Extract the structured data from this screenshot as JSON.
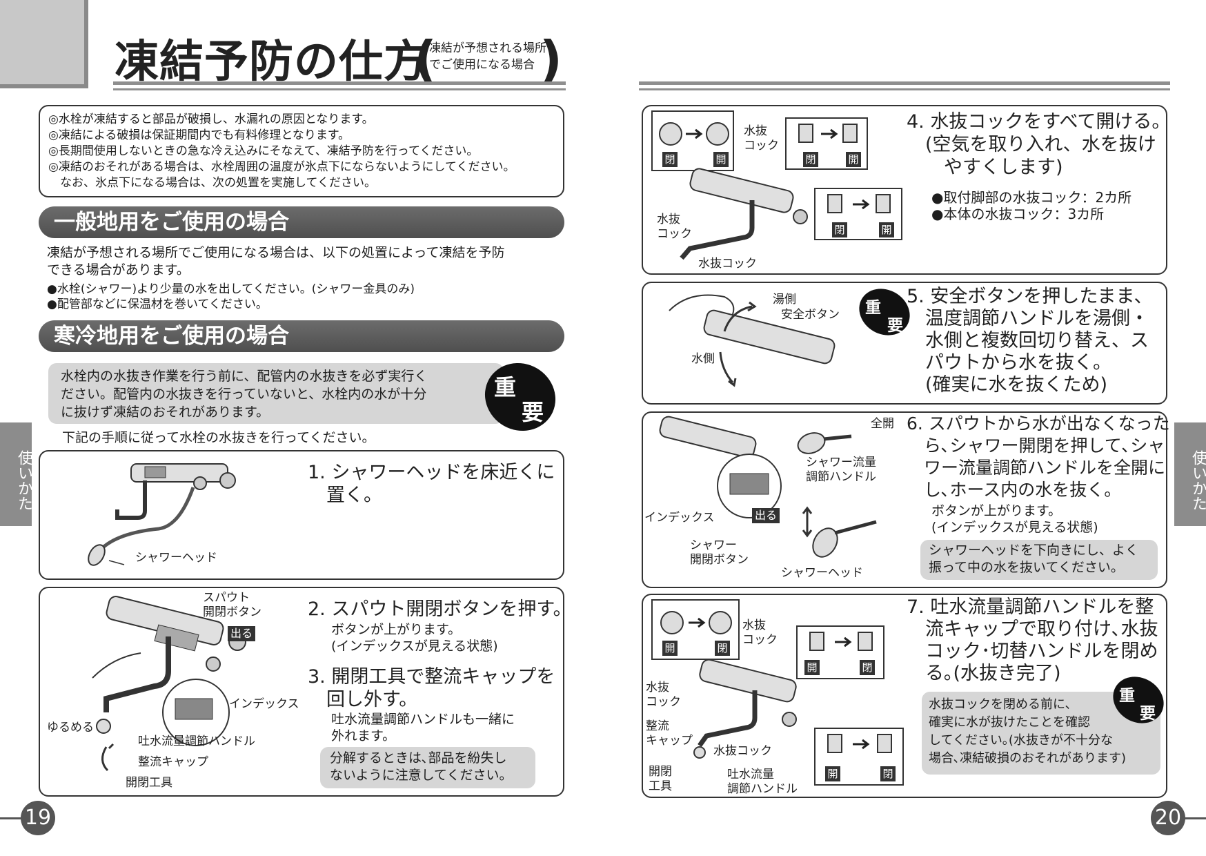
{
  "header": {
    "title": "凍結予防の仕方",
    "subtitle_line1": "凍結が予想される場所",
    "subtitle_line2": "でご使用になる場合",
    "paren_open": "(",
    "paren_close": ")"
  },
  "notes": [
    "◎水栓が凍結すると部品が破損し、水漏れの原因となります。",
    "◎凍結による破損は保証期間内でも有料修理となります。",
    "◎長期間使用しないときの急な冷え込みにそなえて、凍結予防を行ってください。",
    "◎凍結のおそれがある場合は、水栓周囲の温度が氷点下にならないようにしてください。",
    "　なお、氷点下になる場合は、次の処置を実施してください。"
  ],
  "general": {
    "heading": "一般地用をご使用の場合",
    "para_line1": "凍結が予想される場所でご使用になる場合は、以下の処置によって凍結を予防",
    "para_line2": "できる場合があります。",
    "bullet1": "●水栓(シャワー)より少量の水を出してください。(シャワー金具のみ)",
    "bullet2": "●配管部などに保温材を巻いてください。"
  },
  "cold": {
    "heading": "寒冷地用をご使用の場合",
    "warn_line1": "水栓内の水抜き作業を行う前に、配管内の水抜きを必ず実行く",
    "warn_line2": "ださい。配管内の水抜きを行っていないと、水栓内の水が十分",
    "warn_line3": "に抜けず凍結のおそれがあります。",
    "follow": "下記の手順に従って水栓の水抜きを行ってください。"
  },
  "badge": {
    "top": "重",
    "bottom": "要"
  },
  "step1": {
    "title_line1": "1. シャワーヘッドを床近くに",
    "title_line2": "　置く。",
    "label_head": "シャワーヘッド"
  },
  "step23": {
    "s2_title": "2. スパウト開閉ボタンを押す。",
    "s2_sub1": "ボタンが上がります。",
    "s2_sub2": "(インデックスが見える状態)",
    "s3_title_line1": "3. 開閉工具で整流キャップを",
    "s3_title_line2": "　回し外す。",
    "s3_sub1": "吐水流量調節ハンドルも一緒に",
    "s3_sub2": "外れます。",
    "s3_note1": "分解するときは､部品を紛失し",
    "s3_note2": "ないように注意してください。",
    "lbl_spout1": "スパウト",
    "lbl_spout2": "開閉ボタン",
    "lbl_out": "出る",
    "lbl_index": "インデックス",
    "lbl_loosen": "ゆるめる",
    "lbl_handle": "吐水流量調節ハンドル",
    "lbl_cap": "整流キャップ",
    "lbl_tool": "開閉工具"
  },
  "step4": {
    "title_line1": "4. 水抜コックをすべて開ける。",
    "title_line2": "　(空気を取り入れ、水を抜け",
    "title_line3": "　　やすくします)",
    "bullet1": "●取付脚部の水抜コック：2カ所",
    "bullet2": "●本体の水抜コック：3カ所",
    "lbl_cock_a1": "水抜",
    "lbl_cock_a2": "コック",
    "lbl_cock_b1": "水抜",
    "lbl_cock_b2": "コック",
    "lbl_cock_c": "水抜コック",
    "closed": "閉",
    "open": "開"
  },
  "step5": {
    "title_line1": "5. 安全ボタンを押したまま、",
    "title_line2": "　温度調節ハンドルを湯側・",
    "title_line3": "　水側と複数回切り替え、ス",
    "title_line4": "　パウトから水を抜く。",
    "title_line5": "　(確実に水を抜くため)",
    "lbl_hot": "湯側",
    "lbl_safety": "安全ボタン",
    "lbl_cold": "水側"
  },
  "step6": {
    "title_line1": "6. スパウトから水が出なくなった",
    "title_line2": "　ら､シャワー開閉を押して､シャ",
    "title_line3": "　ワー流量調節ハンドルを全開に",
    "title_line4": "　し､ホース内の水を抜く。",
    "sub1": "ボタンが上がります。",
    "sub2": "(インデックスが見える状態)",
    "note1": "シャワーヘッドを下向きにし、よく",
    "note2": "振って中の水を抜いてください。",
    "lbl_full": "全開",
    "lbl_flow1": "シャワー流量",
    "lbl_flow2": "調節ハンドル",
    "lbl_index": "インデックス",
    "lbl_out": "出る",
    "lbl_btn1": "シャワー",
    "lbl_btn2": "開閉ボタン",
    "lbl_head": "シャワーヘッド"
  },
  "step7": {
    "title_line1": "7. 吐水流量調節ハンドルを整",
    "title_line2": "　流キャップで取り付け､水抜",
    "title_line3": "　コック･切替ハンドルを閉め",
    "title_line4": "　る｡(水抜き完了)",
    "note1": "水抜コックを閉める前に、",
    "note2": "確実に水が抜けたことを確認",
    "note3": "してください｡(水抜きが不十分な",
    "note4": "場合､凍結破損のおそれがあります)",
    "lbl_cock_a1": "水抜",
    "lbl_cock_a2": "コック",
    "lbl_cock_b1": "水抜",
    "lbl_cock_b2": "コック",
    "lbl_cap1": "整流",
    "lbl_cap2": "キャップ",
    "lbl_cock_c": "水抜コック",
    "lbl_tool1": "開閉",
    "lbl_tool2": "工具",
    "lbl_handle1": "吐水流量",
    "lbl_handle2": "調節ハンドル"
  },
  "side_tab": "使いかた",
  "page_left": "19",
  "page_right": "20"
}
